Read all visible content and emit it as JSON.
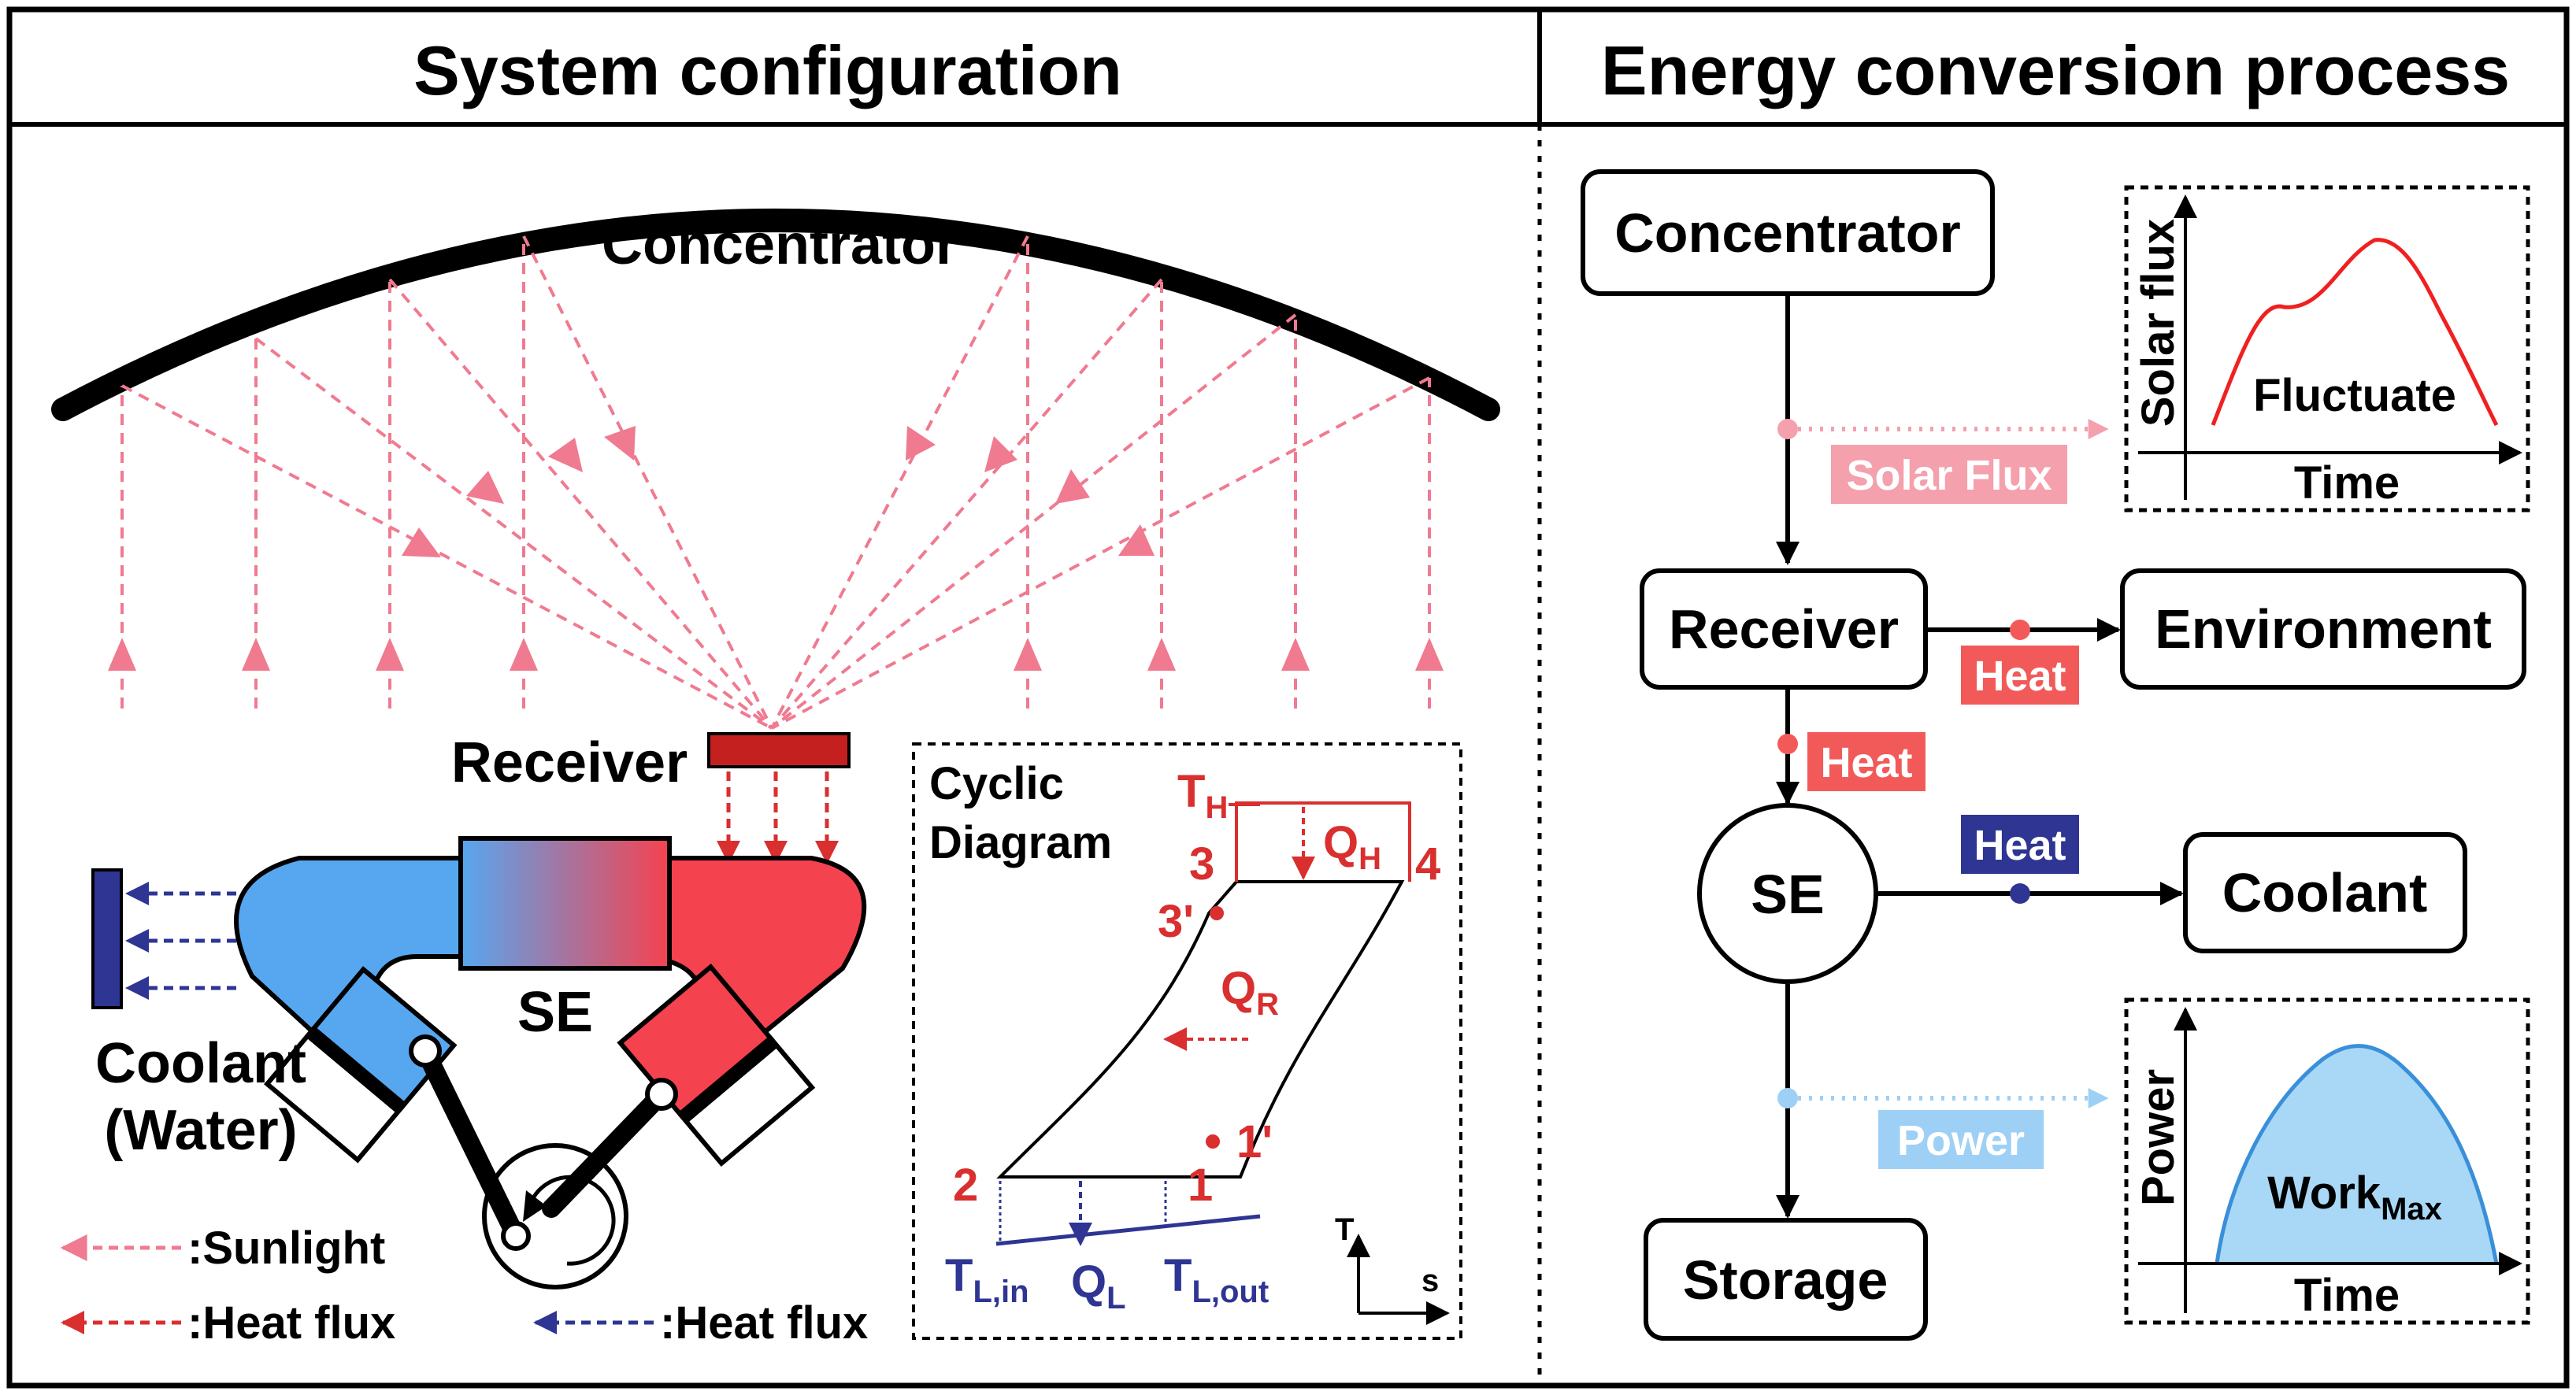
{
  "left_panel": {
    "title": "System configuration",
    "concentrator": "Concentrator",
    "receiver": "Receiver",
    "engine": "SE",
    "coolant_line1": "Coolant",
    "coolant_line2": "(Water)",
    "legend": {
      "sunlight": ":Sunlight",
      "heat_flux_hot": ":Heat flux",
      "heat_flux_cold": ":Heat flux"
    },
    "cyclic": {
      "title_line1": "Cyclic",
      "title_line2": "Diagram",
      "th": "T",
      "th_sub": "H",
      "qh": "Q",
      "qh_sub": "H",
      "qr": "Q",
      "qr_sub": "R",
      "ql": "Q",
      "ql_sub": "L",
      "tlin": "T",
      "tlin_sub": "L,in",
      "tlout": "T",
      "tlout_sub": "L,out",
      "p1": "1",
      "p1p": "1'",
      "p2": "2",
      "p3": "3",
      "p3p": "3'",
      "p4": "4",
      "axis_t": "T",
      "axis_s": "s"
    }
  },
  "right_panel": {
    "title": "Energy conversion process",
    "nodes": {
      "concentrator": "Concentrator",
      "receiver": "Receiver",
      "environment": "Environment",
      "se": "SE",
      "coolant": "Coolant",
      "storage": "Storage"
    },
    "tags": {
      "solar_flux": "Solar Flux",
      "heat_env": "Heat",
      "heat_se": "Heat",
      "heat_coolant": "Heat",
      "power": "Power"
    },
    "chart_solar": {
      "ylabel": "Solar flux",
      "xlabel": "Time",
      "label": "Fluctuate"
    },
    "chart_power": {
      "ylabel": "Power",
      "xlabel": "Time",
      "label": "Work",
      "label_sub": "Max"
    }
  },
  "colors": {
    "sunlight": "#f07a90",
    "hot": "#d92f2f",
    "hot_fill": "#f5424f",
    "cold": "#2e3592",
    "cold_fill": "#56a7f0",
    "receiver": "#c42020",
    "tag_solar": "#f4a0ad",
    "tag_heat": "#f25a5a",
    "tag_heat_cold": "#2e3592",
    "tag_power": "#9ed0f5",
    "work_fill": "#a9d8f7",
    "work_line": "#3a8fd8"
  }
}
